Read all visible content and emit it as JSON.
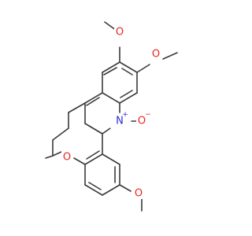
{
  "molecule": {
    "atoms": {
      "o_top": "O",
      "o_right": "O",
      "n_ring": "N",
      "n_charge": "+",
      "o_noxide": "O",
      "o_noxide_charge": "−",
      "o_pyran": "O",
      "o_bottom": "O"
    },
    "colors": {
      "bond": "#3a3a3a",
      "oxygen": "#e8261e",
      "nitrogen": "#2b2bd9",
      "background": "#ffffff"
    }
  }
}
